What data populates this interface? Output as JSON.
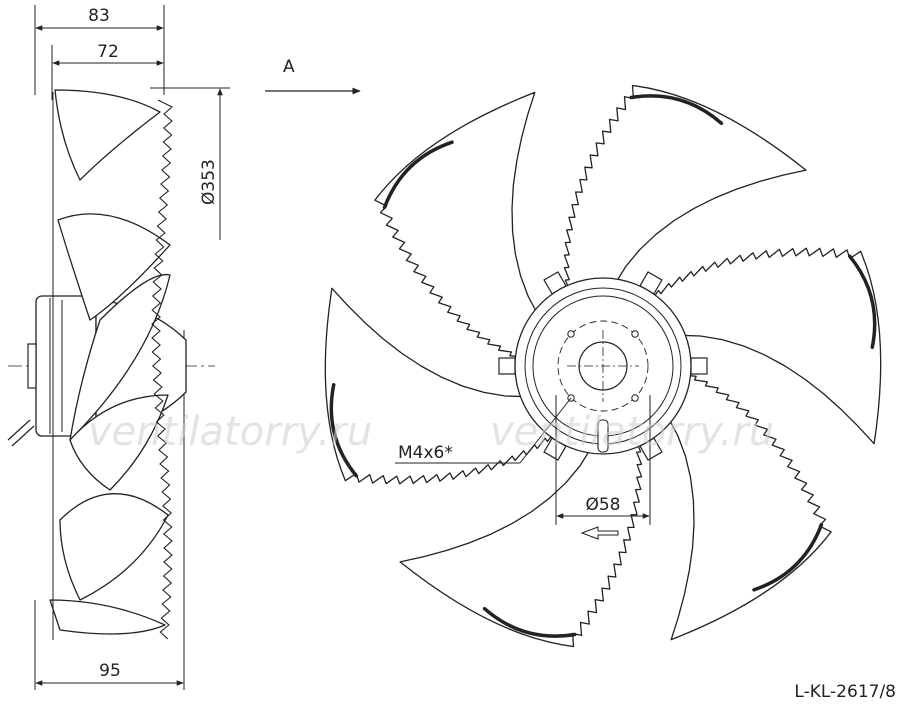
{
  "dimensions": {
    "width_overall": "83",
    "width_blades": "72",
    "diameter": "Ø353",
    "depth_total": "95",
    "bore": "Ø58",
    "mount": "M4x6*"
  },
  "view_label": "A",
  "drawing_code": "L-KL-2617/8",
  "watermarks": [
    "ventilatorry.ru",
    "ventilatorry.ru"
  ]
}
